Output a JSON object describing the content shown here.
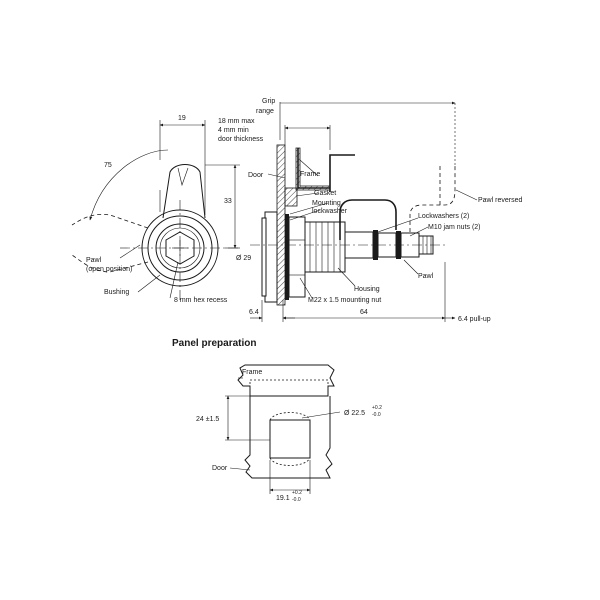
{
  "labels": {
    "grip_range": [
      "Grip",
      "range"
    ],
    "door_thickness": [
      "18 mm max",
      "4 mm min",
      "door thickness"
    ],
    "dim_19": "19",
    "dim_75": "75",
    "dim_33": "33",
    "dim_29": "Ø 29",
    "dim_64": "64",
    "dim_6_4": "6.4",
    "dim_pullup": "6.4 pull-up",
    "door": "Door",
    "frame": "Frame",
    "gasket": "Gasket",
    "mounting_lockwasher": [
      "Mounting",
      "lockwasher"
    ],
    "pawl_reversed": "Pawl reversed",
    "lockwashers": "Lockwashers (2)",
    "jam_nuts": "M10 jam nuts (2)",
    "pawl_open": [
      "Pawl",
      "(open position)"
    ],
    "bushing": "Bushing",
    "hex_recess": "8 mm hex recess",
    "mounting_nut": "M22 x 1.5 mounting nut",
    "housing": "Housing",
    "pawl": "Pawl"
  },
  "panel": {
    "title": "Panel preparation",
    "frame": "Frame",
    "door": "Door",
    "dim_height": "24 ±1.5",
    "dim_dia": "Ø 22.5",
    "dia_tol_upper": "+0.2",
    "dia_tol_lower": "-0.0",
    "dim_width": "19.1",
    "width_tol_upper": "+0.2",
    "width_tol_lower": "-0.0"
  }
}
